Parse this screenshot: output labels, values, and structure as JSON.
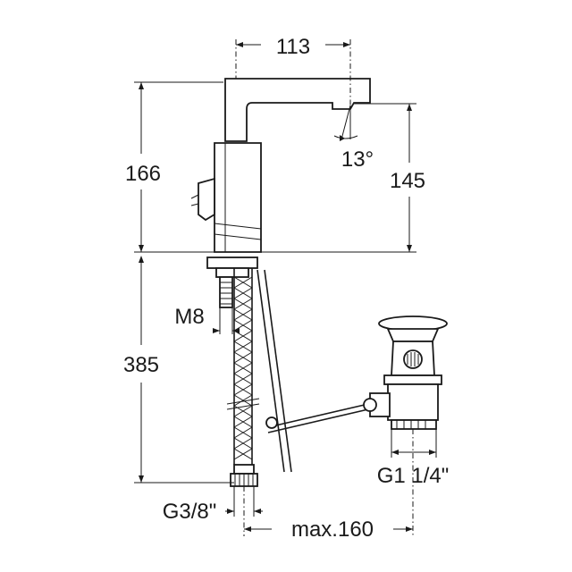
{
  "dimensions": {
    "spout_reach": "113",
    "total_height": "166",
    "spout_height": "145",
    "spout_angle": "13°",
    "hose_length": "385",
    "thread_size": "M8",
    "hose_connection": "G3/8\"",
    "waste_connection": "G1 1/4\"",
    "rod_length": "max.160"
  }
}
